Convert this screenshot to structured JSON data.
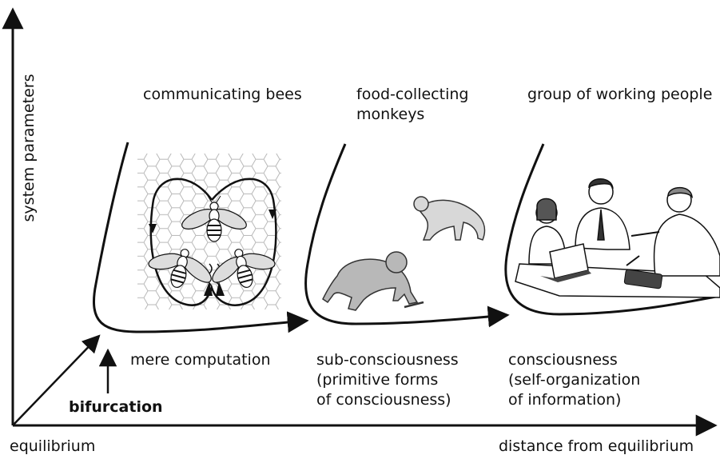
{
  "axes": {
    "y_label": "system parameters",
    "x_origin_label": "equilibrium",
    "x_label": "distance from equilibrium"
  },
  "stages": [
    {
      "title": "communicating bees",
      "caption": "mere computation"
    },
    {
      "title": "food-collecting\nmonkeys",
      "caption": "sub-consciousness\n(primitive forms\nof consciousness)"
    },
    {
      "title": "group of working people",
      "caption": "consciousness\n(self-organization\nof information)"
    }
  ],
  "bifurcation_label": "bifurcation",
  "icons": [
    "bee-icon",
    "monkey-icon",
    "person-icon",
    "laptop-icon",
    "tablet-icon"
  ]
}
